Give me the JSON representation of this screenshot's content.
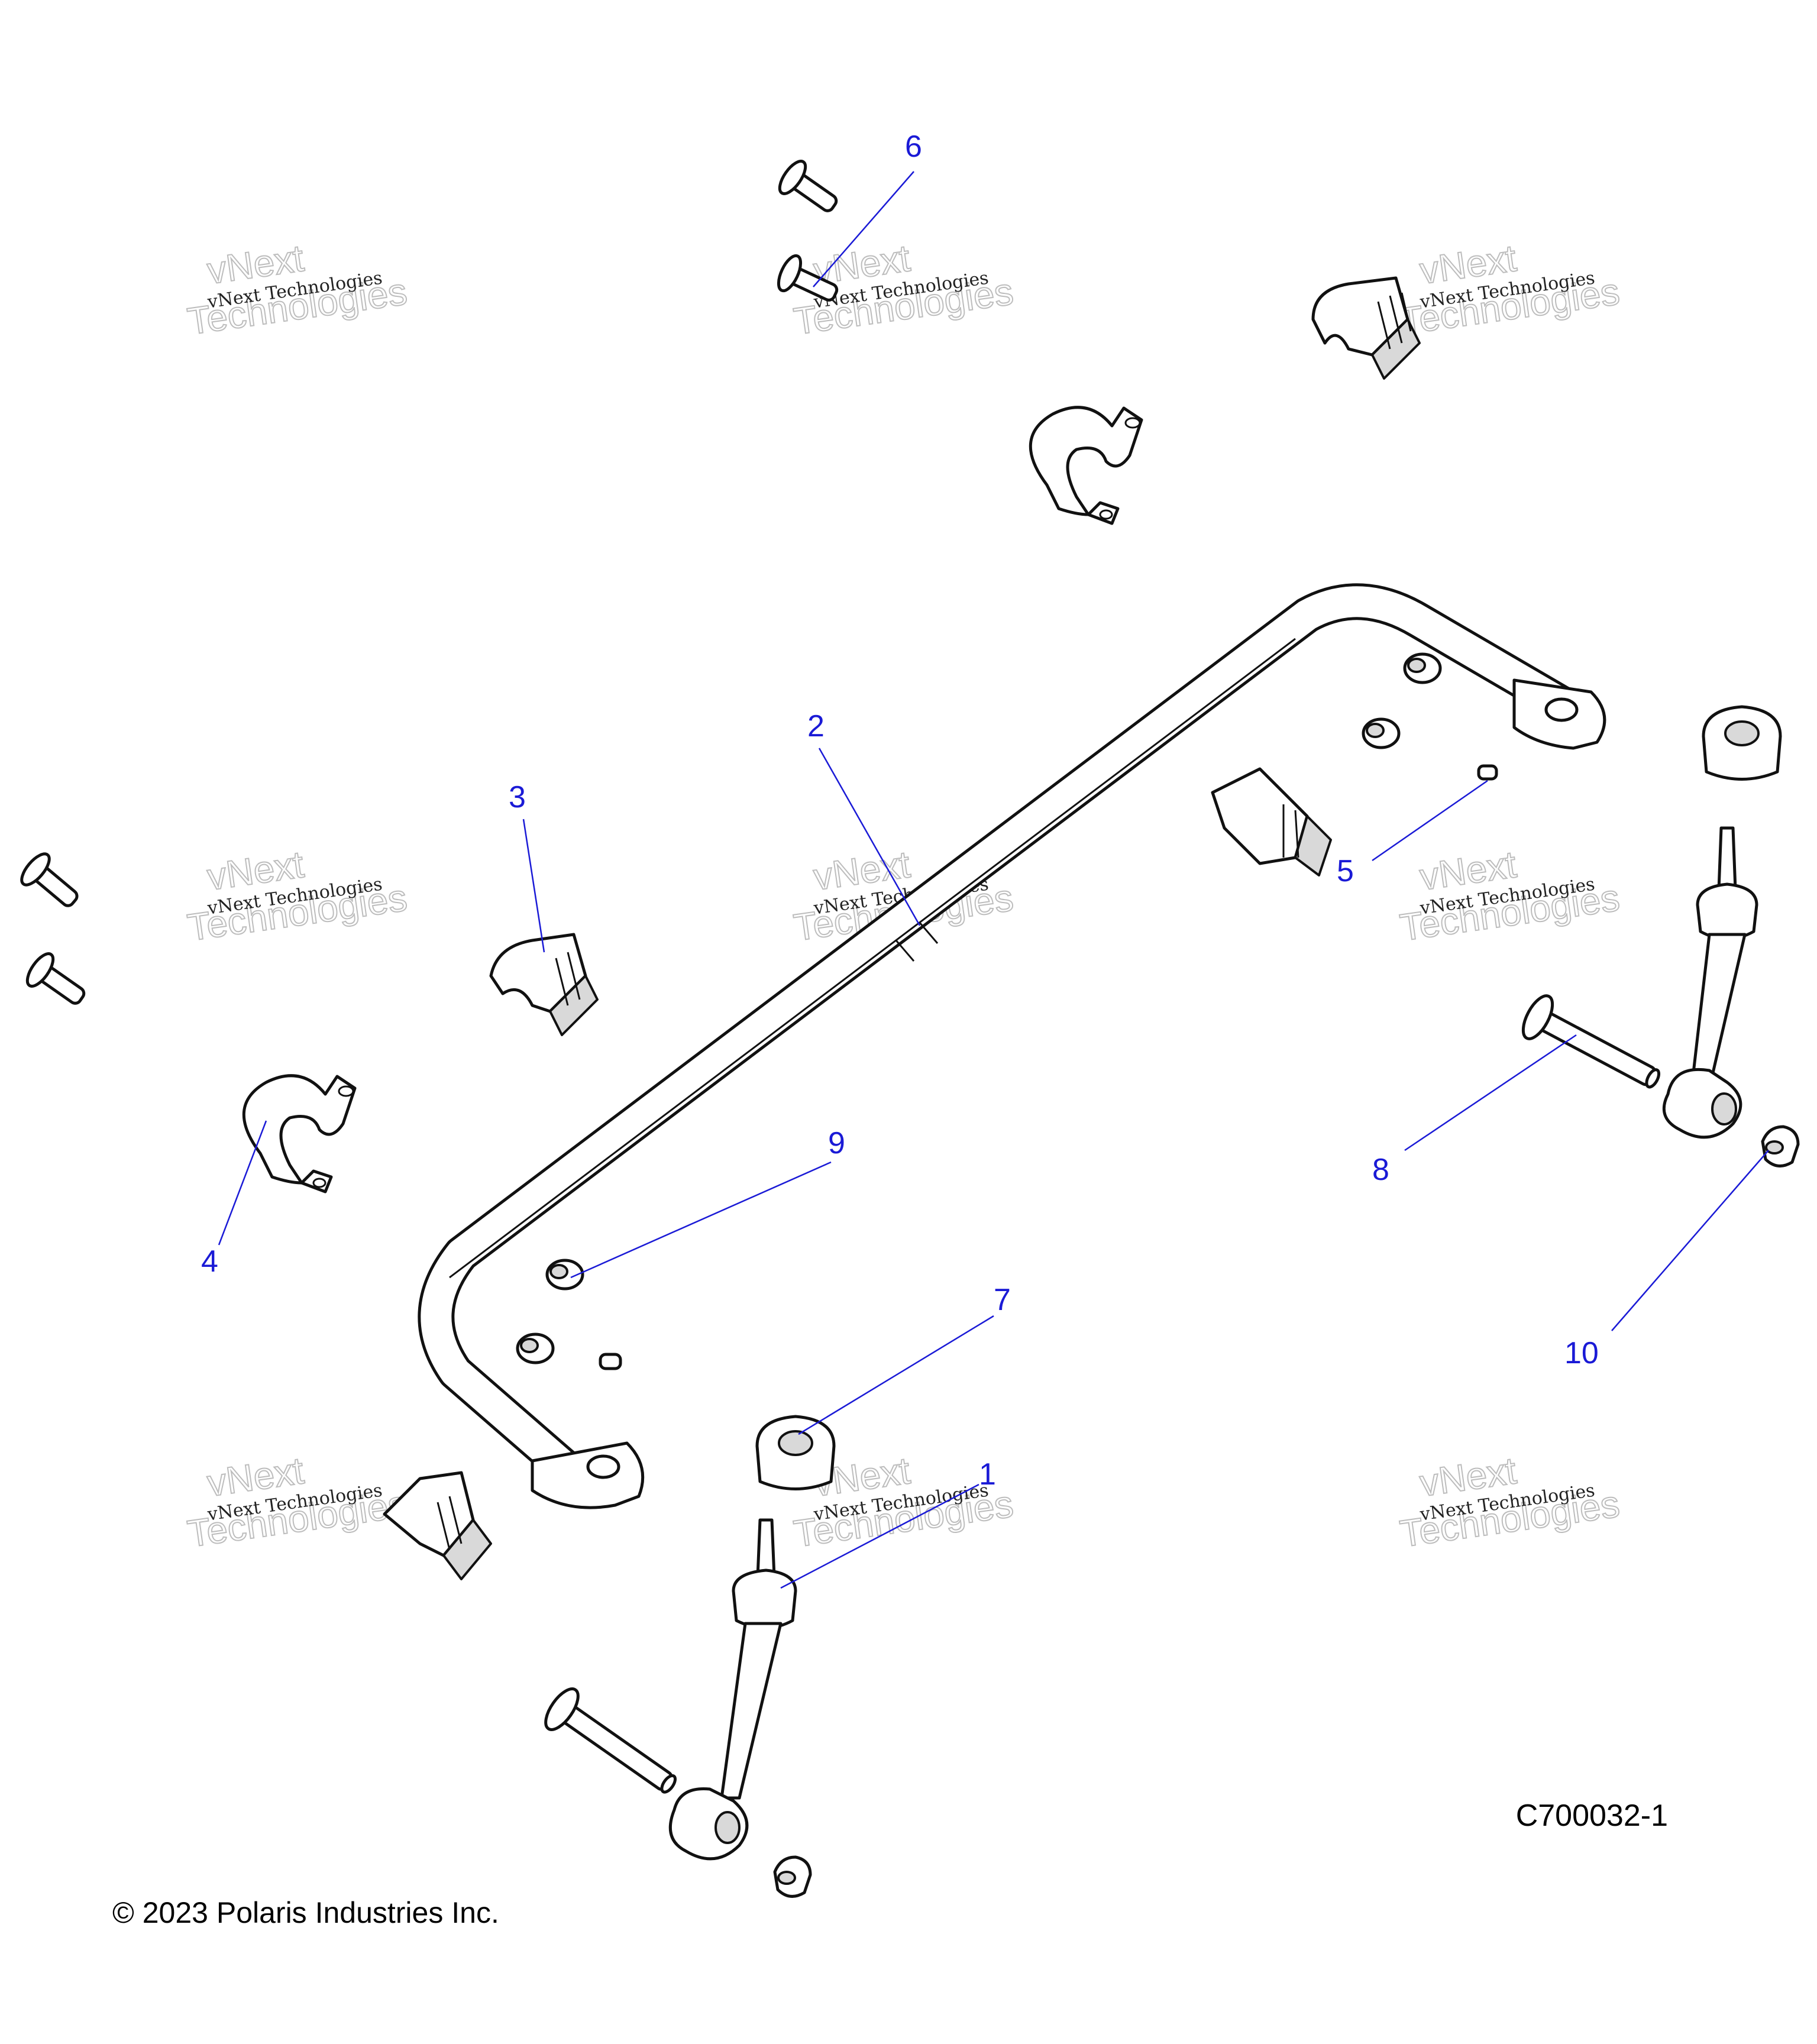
{
  "diagram": {
    "drawing_code": "C700032-1",
    "copyright": "© 2023 Polaris Industries Inc.",
    "watermark": {
      "small": "vNext Technologies",
      "large_line1": "vNext",
      "large_line2": "Technologies"
    },
    "callouts": [
      {
        "id": "callout-1",
        "label": "1"
      },
      {
        "id": "callout-2",
        "label": "2"
      },
      {
        "id": "callout-3",
        "label": "3"
      },
      {
        "id": "callout-4",
        "label": "4"
      },
      {
        "id": "callout-5",
        "label": "5"
      },
      {
        "id": "callout-6",
        "label": "6"
      },
      {
        "id": "callout-7",
        "label": "7"
      },
      {
        "id": "callout-8",
        "label": "8"
      },
      {
        "id": "callout-9",
        "label": "9"
      },
      {
        "id": "callout-10",
        "label": "10"
      }
    ],
    "colors": {
      "callout": "#1a1ad6",
      "line": "#111111",
      "watermark": "#bdbdbd"
    }
  }
}
